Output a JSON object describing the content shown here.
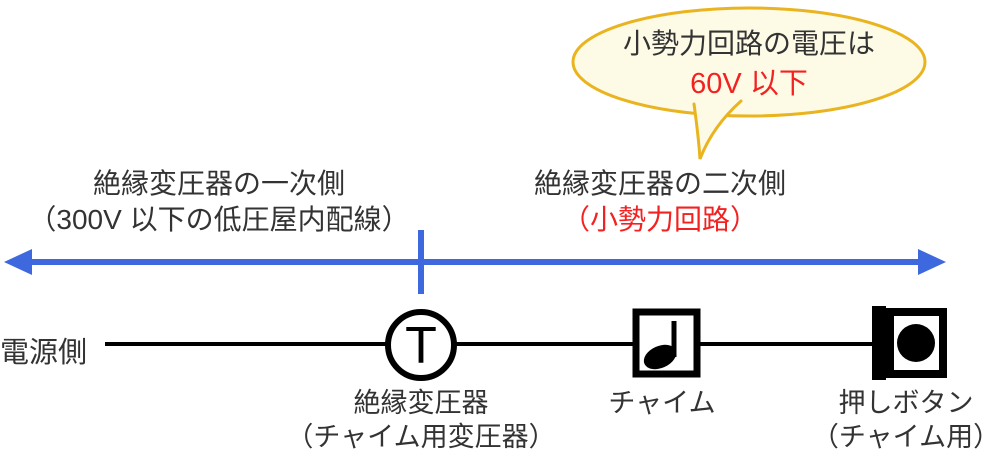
{
  "bubble": {
    "line1": "小勢力回路の電圧は",
    "line2": "60V 以下"
  },
  "sections": {
    "primary": {
      "line1": "絶縁変圧器の一次側",
      "line2": "（300V 以下の低圧屋内配線）"
    },
    "secondary": {
      "line1": "絶縁変圧器の二次側",
      "line2": "（小勢力回路）"
    }
  },
  "circuit": {
    "source_label": "電源側",
    "transformer_symbol": "T",
    "transformer_label_line1": "絶縁変圧器",
    "transformer_label_line2": "（チャイム用変圧器）",
    "chime_label": "チャイム",
    "push_button_label_line1": "押しボタン",
    "push_button_label_line2": "（チャイム用）"
  },
  "colors": {
    "accent_blue": "#3e68de",
    "alert_red": "#f32222",
    "bubble_border": "#e9b41f",
    "bubble_fill": "#fdfbe5",
    "text_dark": "#333333",
    "line_black": "#000000"
  }
}
